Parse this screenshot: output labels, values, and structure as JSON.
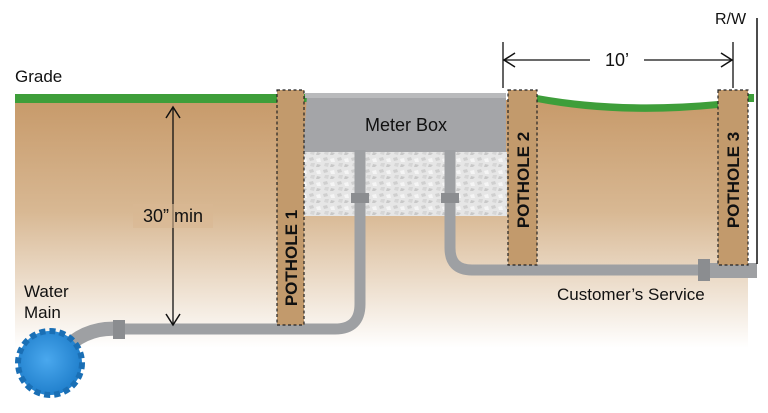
{
  "labels": {
    "grade": "Grade",
    "rw": "R/W",
    "distance": "10’",
    "meter_box": "Meter Box",
    "depth": "30” min",
    "water_main_line1": "Water",
    "water_main_line2": "Main",
    "customer_service": "Customer’s Service"
  },
  "potholes": [
    "POTHOLE 1",
    "POTHOLE 2",
    "POTHOLE 3"
  ],
  "colors": {
    "grass": "#3e9e3a",
    "soil_top": "#c79a6a",
    "pothole": "#c29a6c",
    "meter_box": "#a4a5a8",
    "pipe": "#9ea0a3",
    "water_main": "#2b8fd9"
  }
}
